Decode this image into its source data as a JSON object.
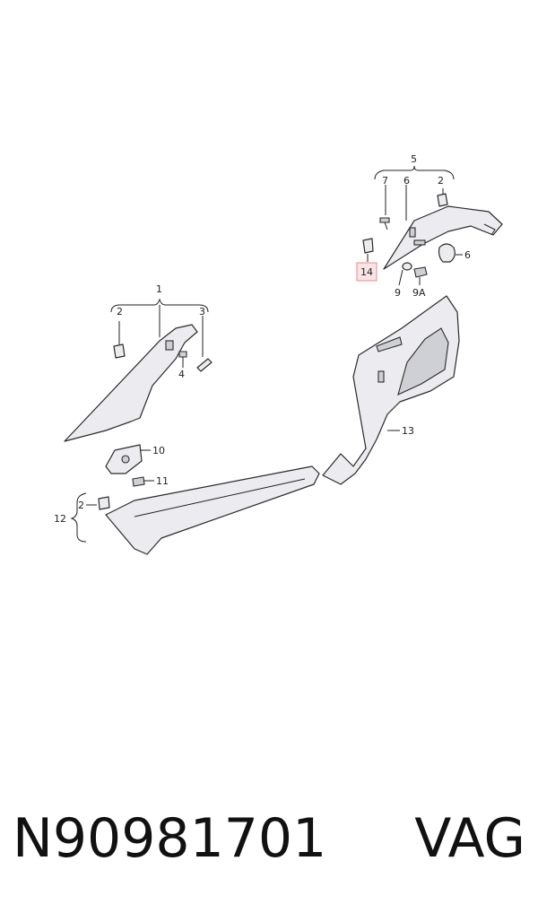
{
  "callouts": {
    "c1": "1",
    "c2a": "2",
    "c3": "3",
    "c4": "4",
    "c5": "5",
    "c7": "7",
    "c6a": "6",
    "c2b": "2",
    "c6b": "6",
    "c14": "14",
    "c9": "9",
    "c9a": "9A",
    "c10": "10",
    "c11": "11",
    "c12": "12",
    "c2c": "2",
    "c13": "13"
  },
  "footer": {
    "part_number": "N90981701",
    "brand": "VAG"
  },
  "colors": {
    "highlight_fill": "#fbe4e6",
    "highlight_stroke": "#e68a92"
  }
}
